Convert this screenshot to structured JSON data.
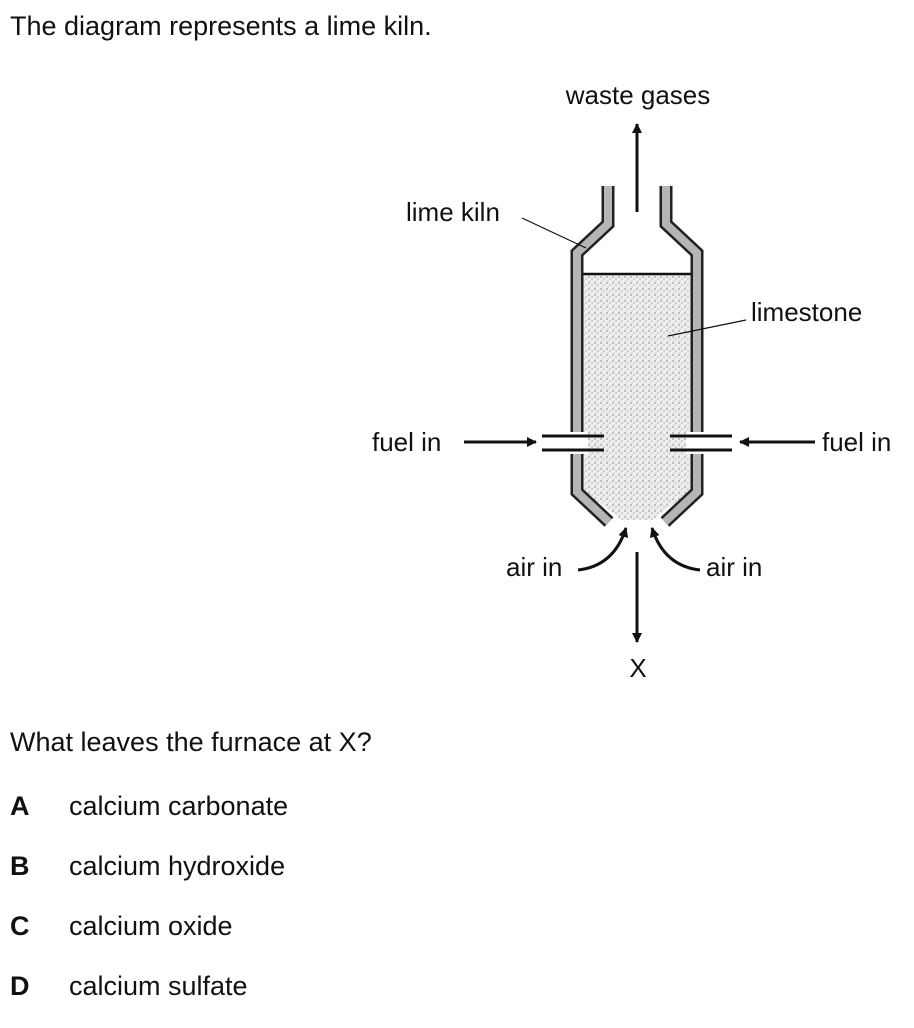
{
  "intro": "The diagram represents a lime kiln.",
  "diagram": {
    "labels": {
      "waste_gases": "waste gases",
      "lime_kiln": "lime kiln",
      "limestone": "limestone",
      "fuel_in_left": "fuel in",
      "fuel_in_right": "fuel in",
      "air_in_left": "air in",
      "air_in_right": "air in",
      "outlet": "X"
    }
  },
  "question": "What leaves the furnace at X?",
  "options": [
    {
      "letter": "A",
      "text": "calcium carbonate"
    },
    {
      "letter": "B",
      "text": "calcium hydroxide"
    },
    {
      "letter": "C",
      "text": "calcium oxide"
    },
    {
      "letter": "D",
      "text": "calcium sulfate"
    }
  ]
}
